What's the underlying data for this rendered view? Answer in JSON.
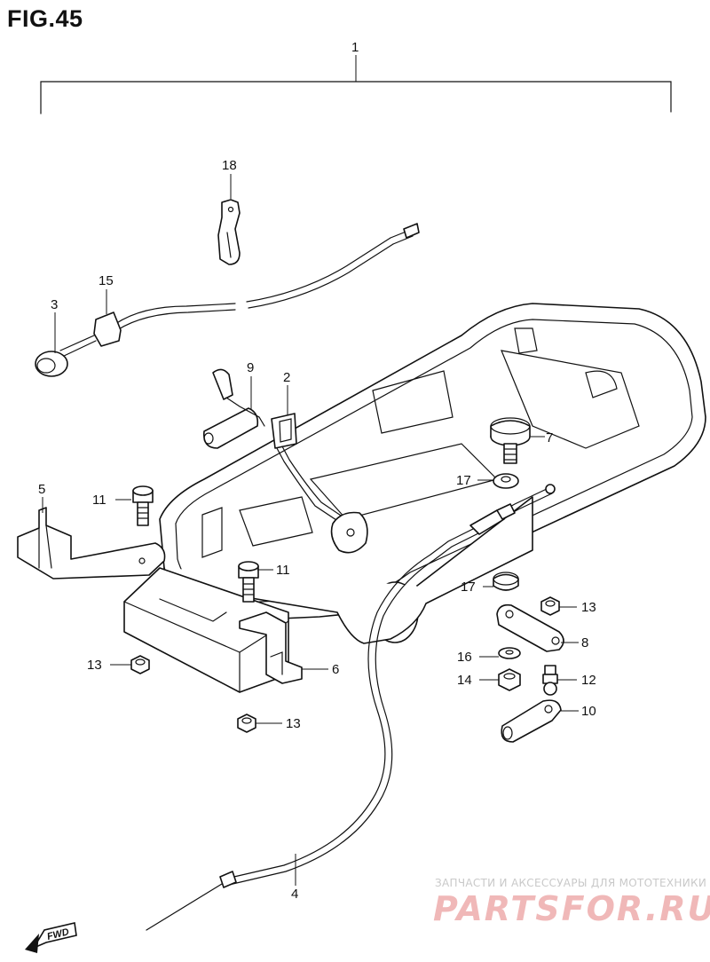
{
  "figure": {
    "title": "FIG.45"
  },
  "callouts": {
    "c1": "1",
    "c2": "2",
    "c3": "3",
    "c4": "4",
    "c5": "5",
    "c6": "6",
    "c7": "7",
    "c8": "8",
    "c9": "9",
    "c10": "10",
    "c11a": "11",
    "c11b": "11",
    "c12": "12",
    "c13a": "13",
    "c13b": "13",
    "c13c": "13",
    "c14": "14",
    "c15": "15",
    "c16": "16",
    "c17a": "17",
    "c17b": "17",
    "c18": "18"
  },
  "fwd_badge": "FWD",
  "watermark": {
    "caption": "ЗАПЧАСТИ И АКСЕССУАРЫ ДЛЯ МОТОТЕХНИКИ",
    "logo": "PARTSFOR.RU"
  }
}
